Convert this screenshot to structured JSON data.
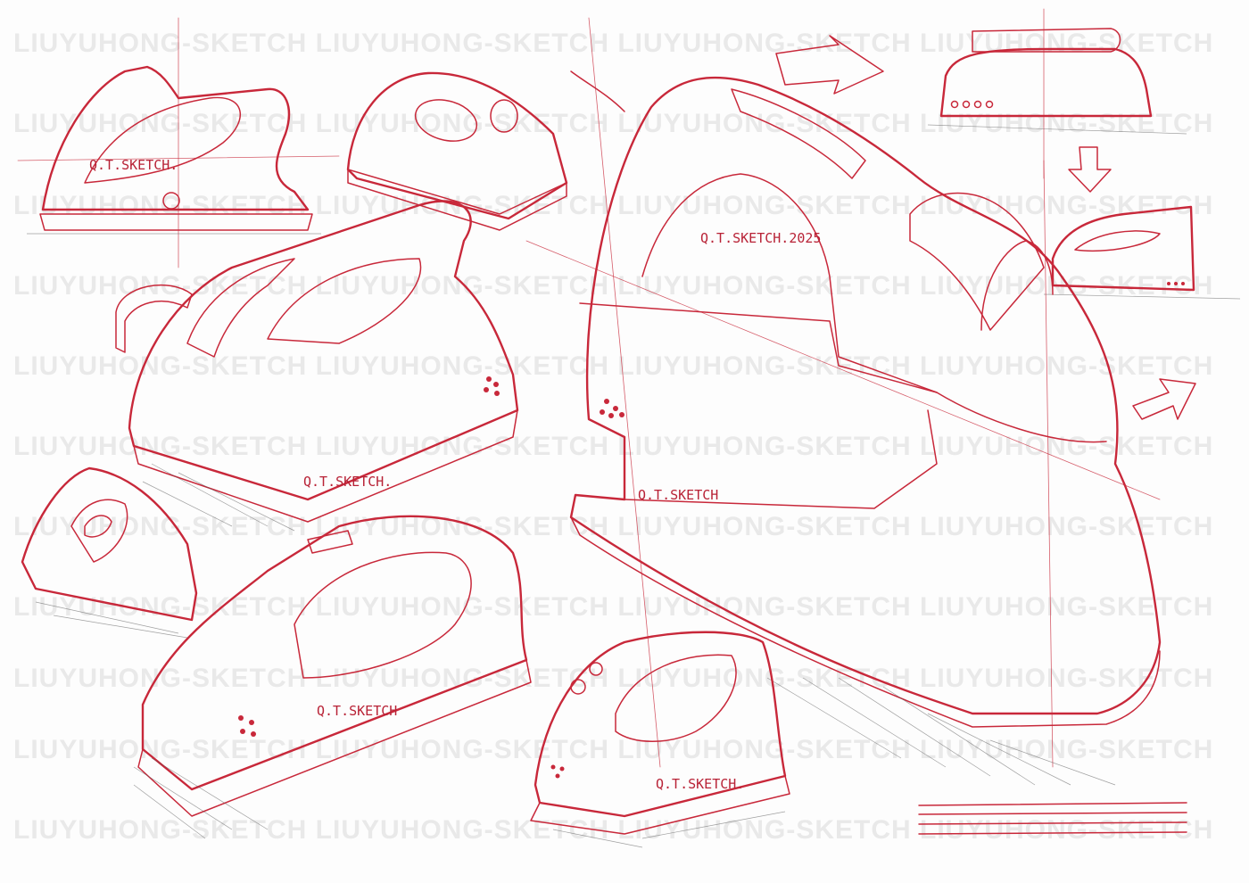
{
  "watermark": {
    "text": "LIUYUHONG-SKETCH LIUYUHONG-SKETCH LIUYUHONG-SKETCH LIUYUHONG-SKETCH"
  },
  "labels": {
    "top_left_iron": "Q.T.SKETCH.",
    "large_iron_handle": "Q.T.SKETCH.2025",
    "large_iron_base": "Q.T.SKETCH",
    "mid_left_iron": "Q.T.SKETCH.",
    "bottom_left_iron": "Q.T.SKETCH",
    "bottom_center_iron": "Q.T.SKETCH."
  },
  "colors": {
    "ink": "#c8283a",
    "watermark": "#e9e9e9",
    "shadow_hatch": "#555555"
  }
}
